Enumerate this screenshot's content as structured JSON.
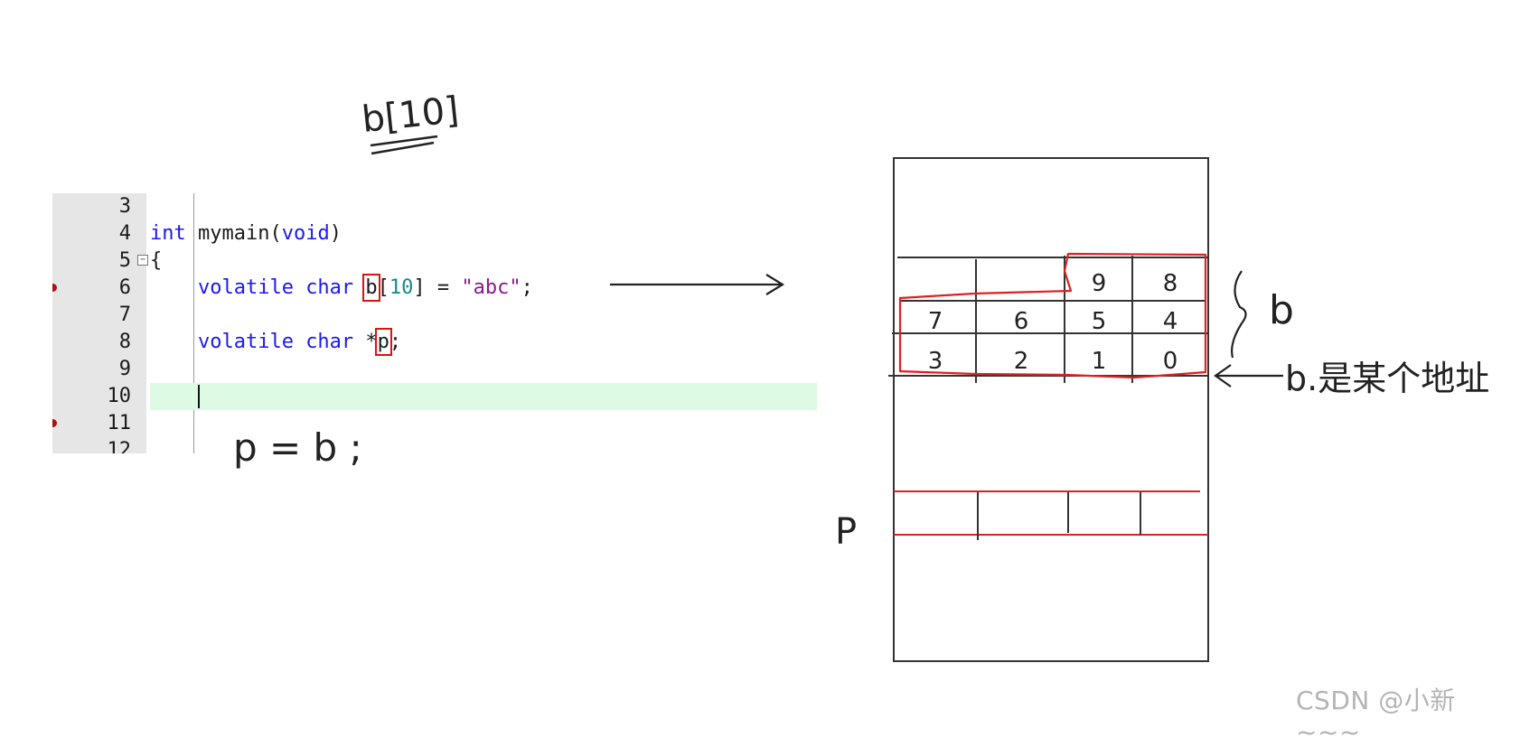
{
  "editor": {
    "lines": [
      {
        "number": "3",
        "code": ""
      },
      {
        "number": "4",
        "code": ""
      },
      {
        "number": "5",
        "code": "{"
      },
      {
        "number": "6",
        "code": ""
      },
      {
        "number": "7",
        "code": ""
      },
      {
        "number": "8",
        "code": ""
      },
      {
        "number": "9",
        "code": ""
      },
      {
        "number": "10",
        "code": ""
      },
      {
        "number": "11",
        "code": ""
      },
      {
        "number": "12",
        "code": ""
      }
    ],
    "tokens": {
      "int": "int",
      "mymain": " mymain(",
      "void": "void",
      "close_paren": ")",
      "volatile_char": "volatile char ",
      "b": "b",
      "bracket_open": "[",
      "ten": "10",
      "eq": "] = ",
      "abc": "\"abc\"",
      "semicolon": ";",
      "star": "*",
      "p": "p"
    },
    "colors": {
      "keyword": "#1a1af0",
      "number": "#158a8a",
      "string": "#8a1a8a",
      "current_line": "#ddfbe4",
      "breakpoint": "#b01010",
      "highlight_box": "#e01010"
    }
  },
  "handwriting": {
    "top_label": "b[10]",
    "assignment": "p = b ;",
    "brace_label": "b",
    "arrow_label": "b.是某个地址",
    "pointer_label": "P"
  },
  "memory_cells": [
    {
      "row": 0,
      "col": 2,
      "label": "9"
    },
    {
      "row": 0,
      "col": 3,
      "label": "8"
    },
    {
      "row": 1,
      "col": 0,
      "label": "7"
    },
    {
      "row": 1,
      "col": 1,
      "label": "6"
    },
    {
      "row": 1,
      "col": 2,
      "label": "5"
    },
    {
      "row": 1,
      "col": 3,
      "label": "4"
    },
    {
      "row": 2,
      "col": 0,
      "label": "3"
    },
    {
      "row": 2,
      "col": 1,
      "label": "2"
    },
    {
      "row": 2,
      "col": 2,
      "label": "1"
    },
    {
      "row": 2,
      "col": 3,
      "label": "0"
    }
  ],
  "watermark": "CSDN @小新~~~",
  "colors": {
    "ink": "#222222",
    "red_ink": "#e02020",
    "watermark": "#b4b4b4"
  }
}
